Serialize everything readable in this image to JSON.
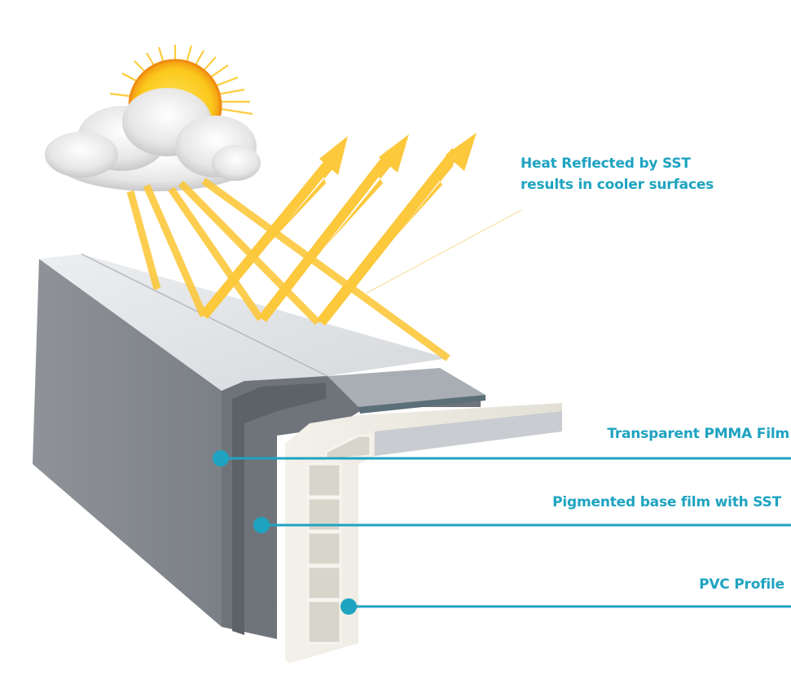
{
  "diagram": {
    "title": "Solar reflective (SST) window profile cross-section",
    "accent_color": "#1ea3c1",
    "ray_color": "#fcc83c",
    "annotations": {
      "heat": {
        "line1": "Heat Reflected by SST",
        "line2": "results in cooler surfaces"
      },
      "layers": [
        {
          "label": "Transparent PMMA Film"
        },
        {
          "label": "Pigmented base film with SST"
        },
        {
          "label": "PVC Profile"
        }
      ]
    },
    "illustration": {
      "sun": "sun-icon",
      "cloud": "cloud-icon",
      "incoming_rays": 5,
      "reflected_arrows": 3
    }
  }
}
